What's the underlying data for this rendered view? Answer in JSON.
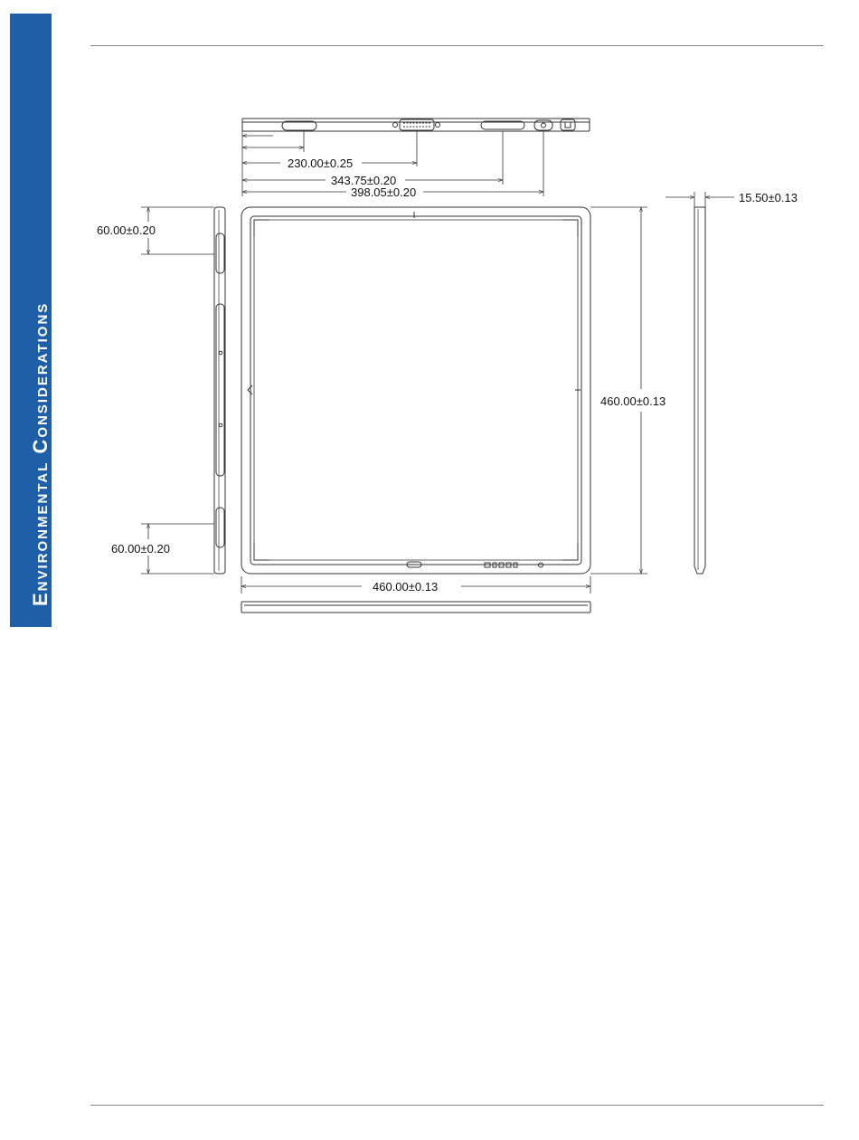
{
  "section_title": "Environmental Considerations",
  "dimensions": {
    "top_dim_1": "230.00±0.25",
    "top_dim_2": "343.75±0.20",
    "top_dim_3": "398.05±0.20",
    "thickness": "15.50±0.13",
    "left_upper": "60.00±0.20",
    "left_lower": "60.00±0.20",
    "height": "460.00±0.13",
    "width": "460.00±0.13"
  }
}
